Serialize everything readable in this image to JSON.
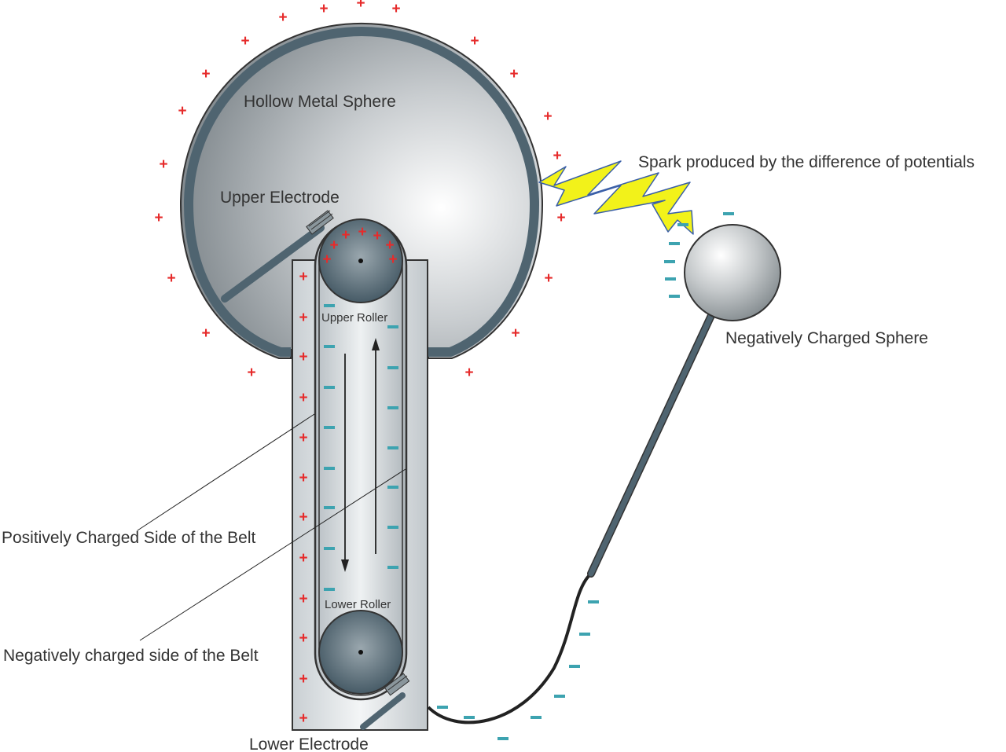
{
  "labels": {
    "hollow_sphere": "Hollow Metal Sphere",
    "upper_electrode": "Upper Electrode",
    "upper_roller": "Upper Roller",
    "lower_roller": "Lower Roller",
    "lower_electrode": "Lower Electrode",
    "spark": "Spark produced by the difference of potentials",
    "neg_sphere": "Negatively Charged Sphere",
    "pos_belt": "Positively Charged Side of the Belt",
    "neg_belt": "Negatively charged side of the Belt"
  },
  "symbols": {
    "plus": "+"
  },
  "colors": {
    "positive": "#e62b2b",
    "negative": "#3da3b0",
    "metal_rim": "#4f6470",
    "spark": "#f2f21a",
    "outline": "#333333"
  }
}
